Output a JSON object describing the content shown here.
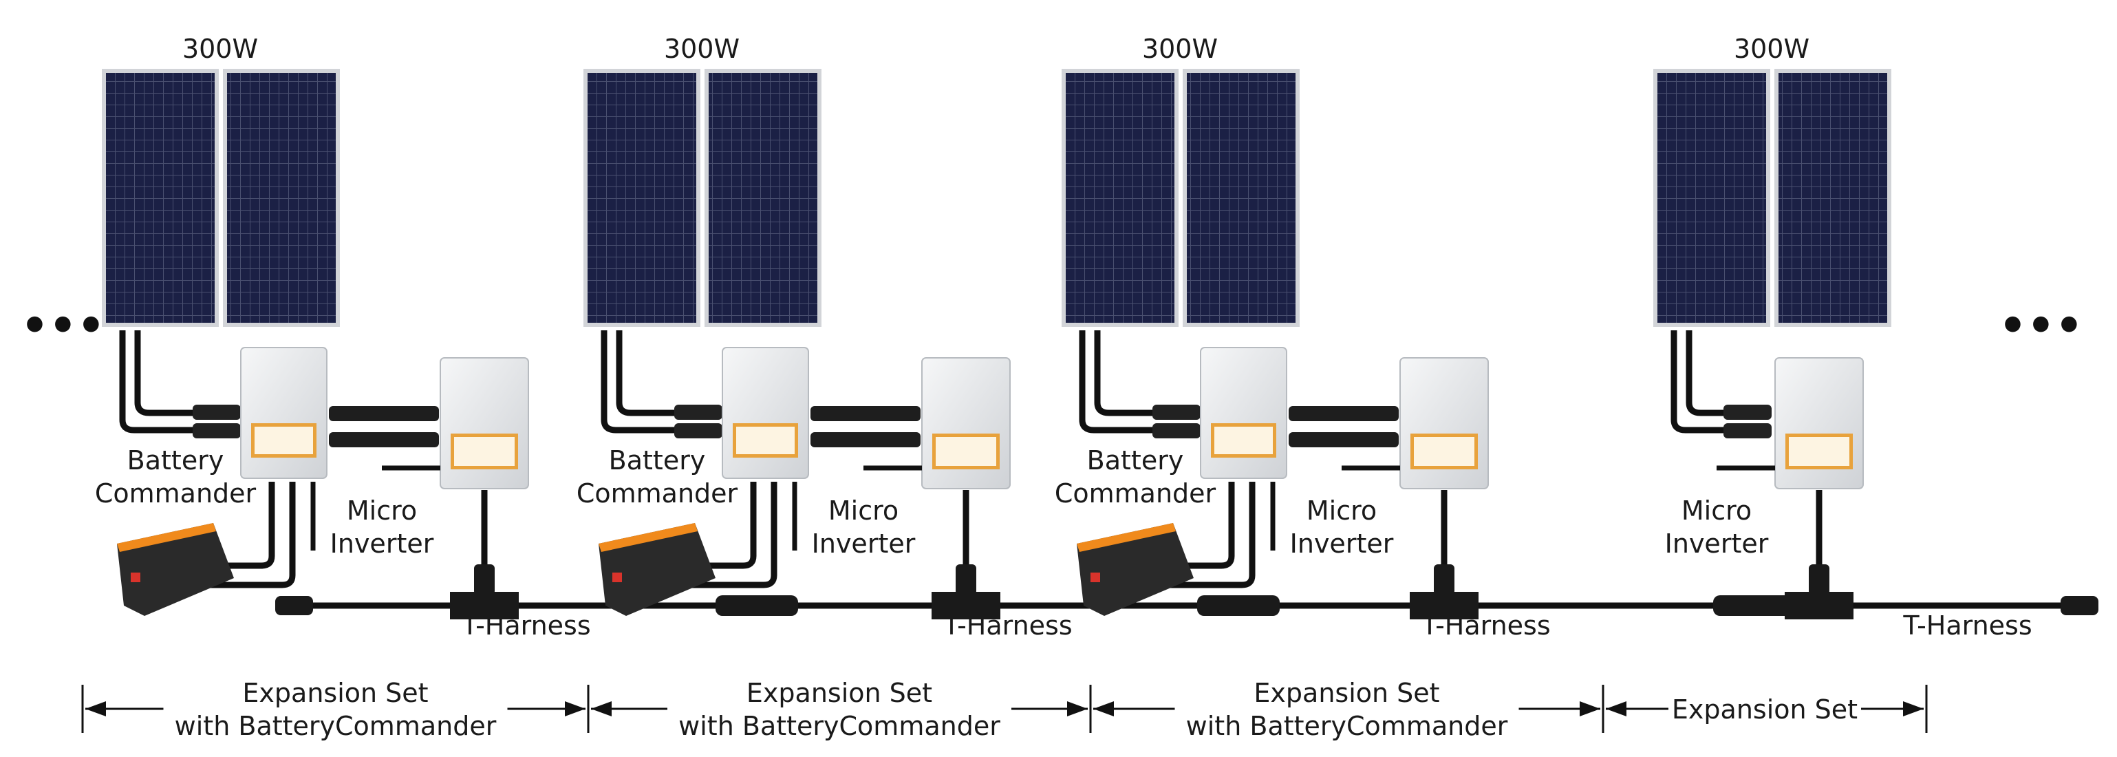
{
  "diagram": {
    "ellipsis_left": "•••",
    "ellipsis_right": "•••",
    "sets": [
      {
        "panel_label": "300W",
        "battery_commander_label": [
          "Battery",
          "Commander"
        ],
        "micro_inverter_label": [
          "Micro",
          "Inverter"
        ],
        "harness_label": "T-Harness",
        "expansion_label": [
          "Expansion Set",
          "with BatteryCommander"
        ],
        "has_battery": true
      },
      {
        "panel_label": "300W",
        "battery_commander_label": [
          "Battery",
          "Commander"
        ],
        "micro_inverter_label": [
          "Micro",
          "Inverter"
        ],
        "harness_label": "T-Harness",
        "expansion_label": [
          "Expansion Set",
          "with BatteryCommander"
        ],
        "has_battery": true
      },
      {
        "panel_label": "300W",
        "battery_commander_label": [
          "Battery",
          "Commander"
        ],
        "micro_inverter_label": [
          "Micro",
          "Inverter"
        ],
        "harness_label": "T-Harness",
        "expansion_label": [
          "Expansion Set",
          "with BatteryCommander"
        ],
        "has_battery": true
      },
      {
        "panel_label": "300W",
        "battery_commander_label": null,
        "micro_inverter_label": [
          "Micro",
          "Inverter"
        ],
        "harness_label": "T-Harness",
        "expansion_label": [
          "Expansion Set"
        ],
        "has_battery": false
      }
    ],
    "colors": {
      "panel_cell": "#1b2045",
      "panel_frame": "#d2d4d8",
      "cable": "#111111",
      "device_body": "#eceef0",
      "device_label": "#e8a23c",
      "battery_body": "#2a2a2a",
      "battery_accent": "#f08a1c"
    }
  }
}
